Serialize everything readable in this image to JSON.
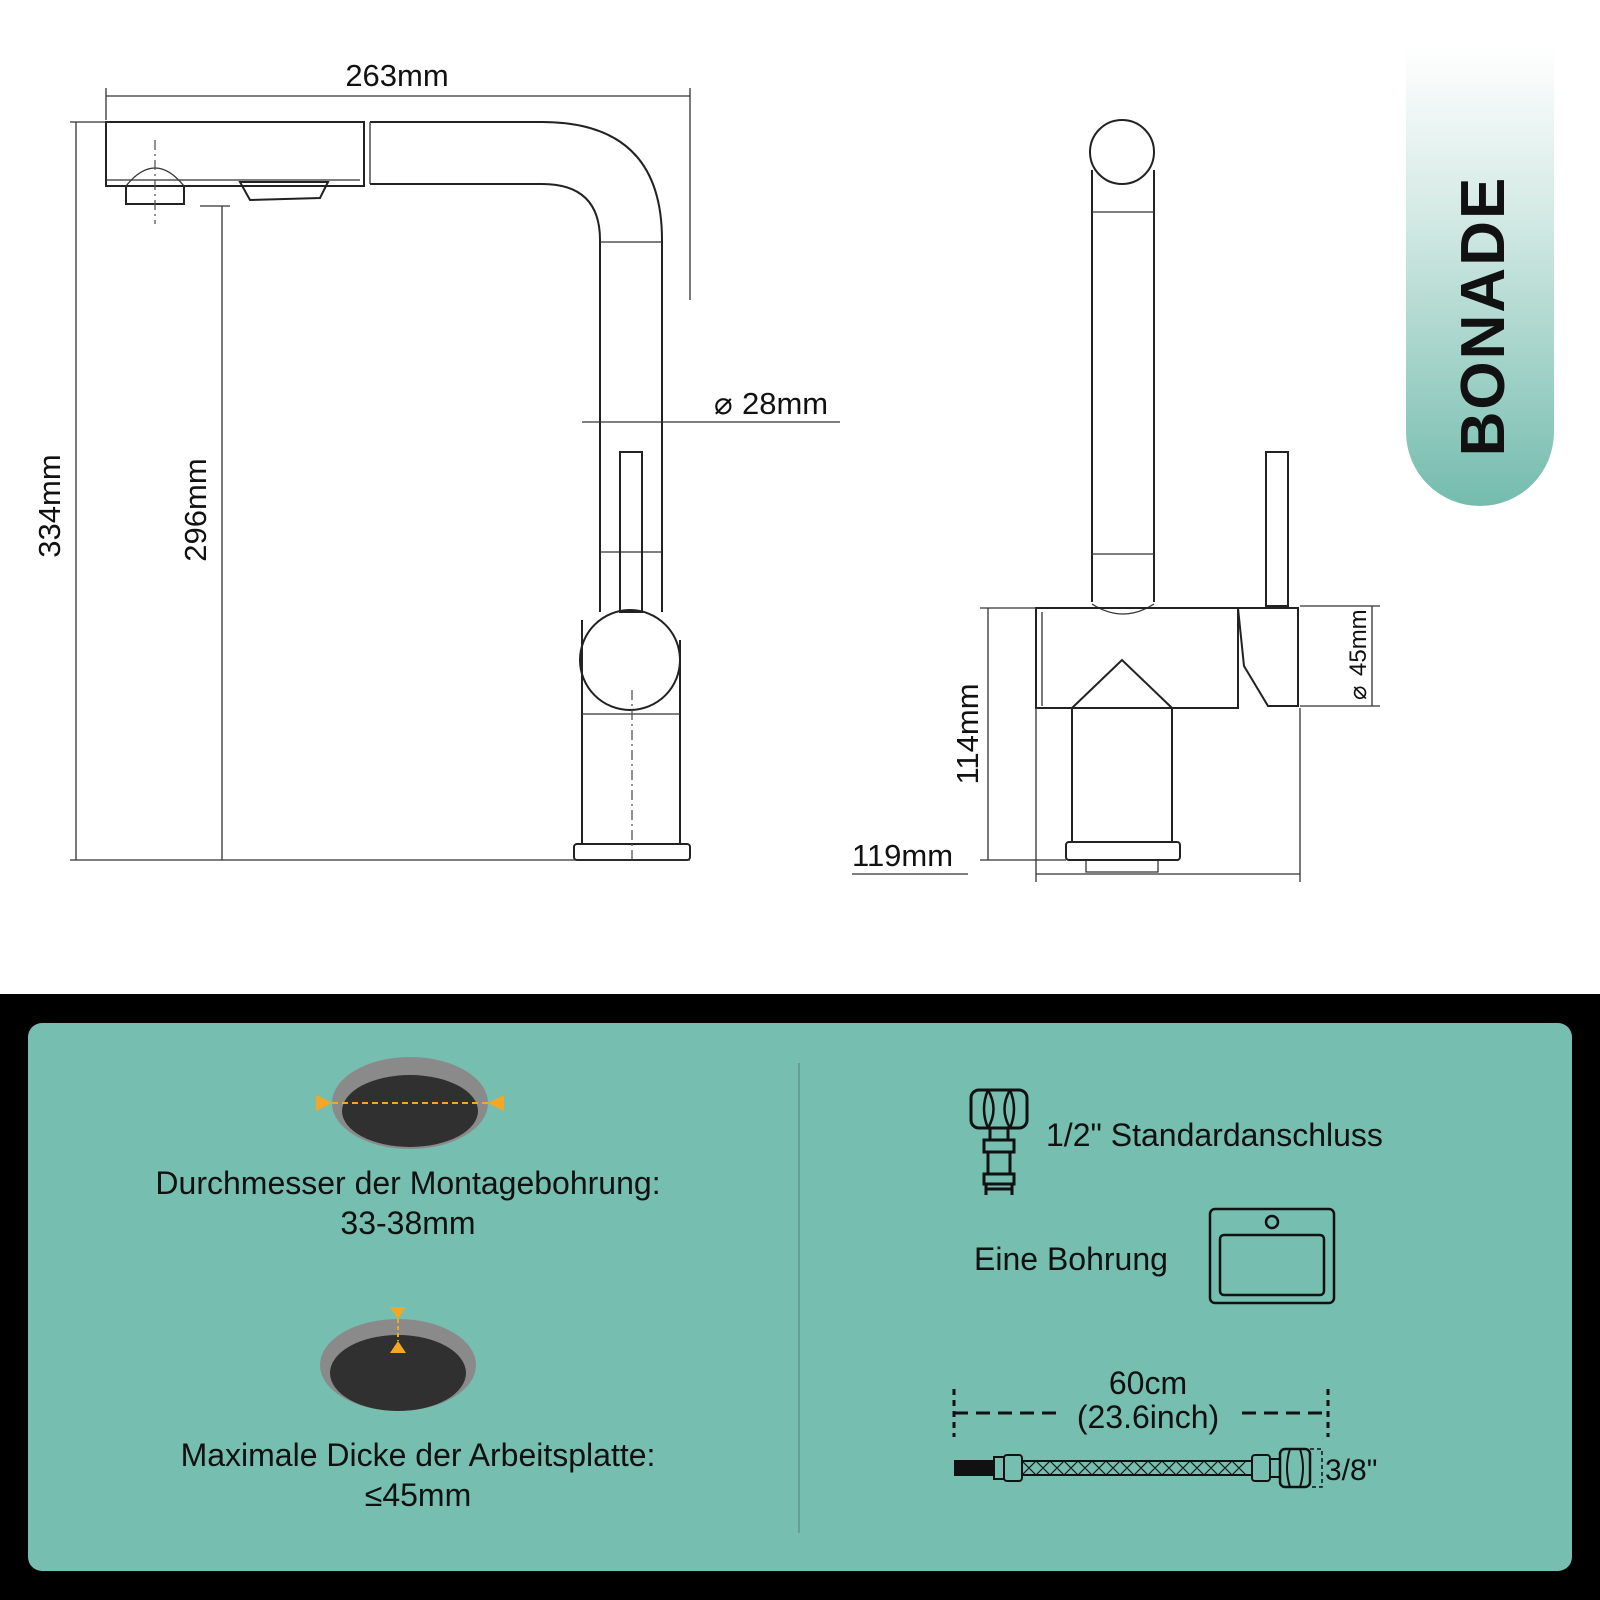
{
  "brand": {
    "name": "BONADE",
    "accent": "#76beb0",
    "logo_text_color": "#111111"
  },
  "dimensions": {
    "spout_reach": "263mm",
    "total_height": "334mm",
    "spout_height": "296mm",
    "tube_diameter": "28mm",
    "base_height": "114mm",
    "base_depth": "119mm",
    "lever_diameter": "45mm"
  },
  "features": {
    "hole_diameter": {
      "label": "Durchmesser der Montagebohrung:",
      "value": "33-38mm"
    },
    "countertop": {
      "label": "Maximale Dicke der Arbeitsplatte:",
      "value": "≤45mm"
    },
    "connection": {
      "label": "1/2\" Standardanschluss"
    },
    "mounting": {
      "label": "Eine Bohrung"
    },
    "hose": {
      "length": "60cm",
      "length_imperial": "(23.6inch)",
      "thread": "3/8\""
    }
  },
  "icons": [
    "hole-diameter-icon",
    "countertop-thickness-icon",
    "connector-icon",
    "sink-icon",
    "hose-icon"
  ]
}
